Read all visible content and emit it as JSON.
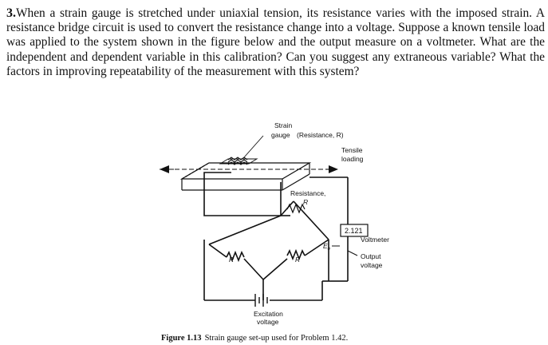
{
  "problem": {
    "number": "3.",
    "text": "When a strain gauge is stretched under uniaxial tension, its resistance varies with the imposed strain. A resistance bridge circuit is used to convert the resistance change into a voltage. Suppose a known tensile load was applied to the system shown in the figure below and the output measure on a voltmeter. What are the independent and dependent variable in this calibration? Can you suggest any extraneous variable? What the factors in improving repeatability of the measurement with this system?"
  },
  "figure": {
    "strain_label_1": "Strain",
    "strain_label_2": "gauge",
    "strain_label_3": "(Resistance, R)",
    "tensile_1": "Tensile",
    "tensile_2": "loading",
    "resistance_1": "Resistance,",
    "resistance_2": "R",
    "r_left": "R",
    "r_right": "R",
    "eo": "E",
    "eo_sub": "o",
    "meter_reading": "2.121",
    "voltmeter": "Voltmeter",
    "output_1": "Output",
    "output_2": "voltage",
    "excitation_1": "Excitation",
    "excitation_2": "voltage",
    "caption_bold": "Figure 1.13",
    "caption_text": "Strain gauge set-up used for Problem 1.42."
  }
}
